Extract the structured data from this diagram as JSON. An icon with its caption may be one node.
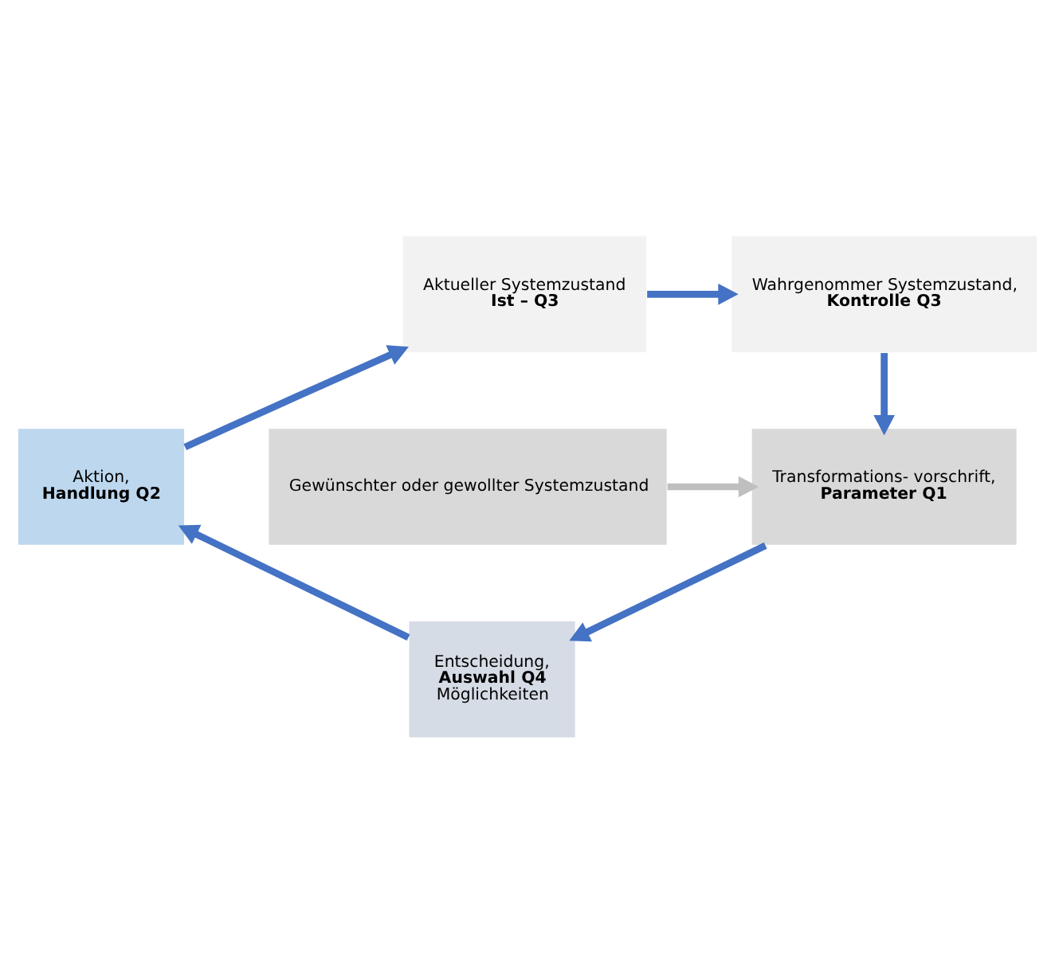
{
  "diagram": {
    "nodes": [
      {
        "text": [
          "Aktueller Systemzustand",
          "Ist – Q3"
        ]
      },
      {
        "text": [
          "Wahrgenommer Systemzustand,",
          "Kontrolle Q3"
        ]
      },
      {
        "text": [
          "Transformations- vorschrift,",
          "Parameter Q1"
        ]
      },
      {
        "text": [
          "Entscheidung,",
          "Auswahl Q4",
          "Möglichkeiten"
        ]
      },
      {
        "text": [
          "Aktion,",
          "Handlung Q2"
        ]
      },
      {
        "text": [
          "Gewünschter oder gewollter Systemzustand"
        ]
      }
    ],
    "edges": [
      {
        "from": 0,
        "to": 1,
        "arrow": "to"
      },
      {
        "from": 1,
        "to": 2,
        "arrow": "to"
      },
      {
        "from": 2,
        "to": 3,
        "arrow": "to"
      },
      {
        "from": 3,
        "to": 4,
        "arrow": "to"
      },
      {
        "from": 4,
        "to": 0,
        "arrow": "to"
      },
      {
        "from": 5,
        "to": 2,
        "arrow": "to",
        "color": "#bfbfbf"
      }
    ]
  }
}
